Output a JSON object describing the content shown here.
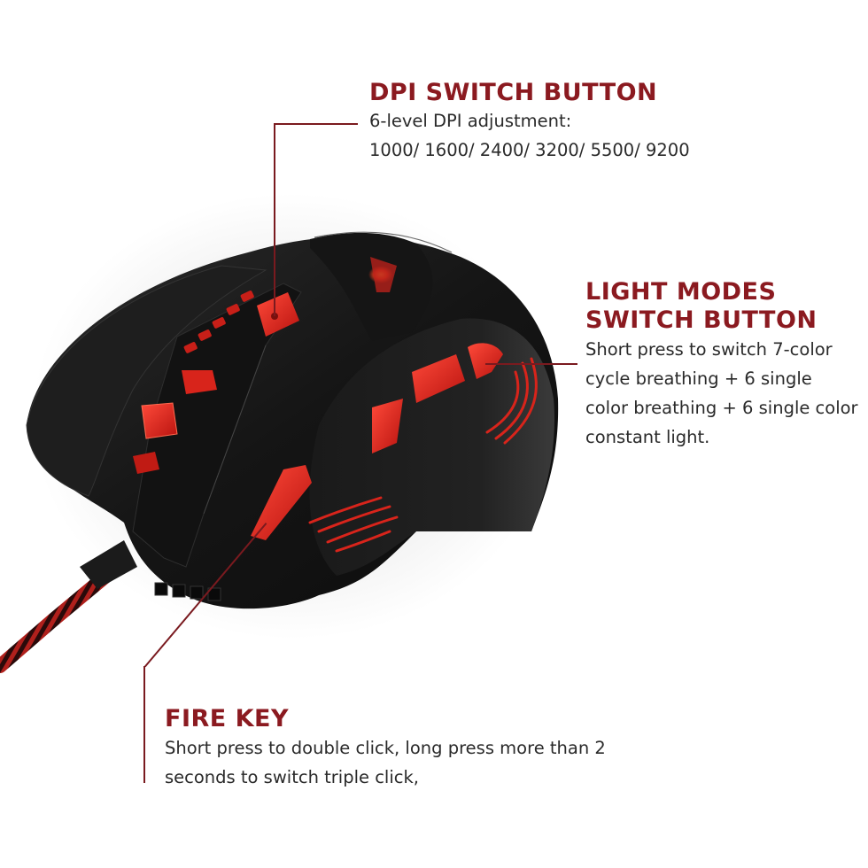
{
  "colors": {
    "title_red": "#8b1a20",
    "body_text": "#2a2a2a",
    "leader_line": "#7a1a1f",
    "mouse_body": "#161616",
    "button_glow": "#d8231f"
  },
  "callouts": {
    "dpi": {
      "title": "DPI SWITCH BUTTON",
      "lines": [
        "6-level DPI adjustment:",
        "1000/ 1600/ 2400/ 3200/ 5500/ 9200"
      ],
      "dpi_levels": [
        1000,
        1600,
        2400,
        3200,
        5500,
        9200
      ]
    },
    "light_modes": {
      "title_lines": [
        "LIGHT MODES",
        "SWITCH BUTTON"
      ],
      "lines": [
        "Short press to switch 7-color",
        "cycle breathing + 6 single",
        "color breathing + 6 single color",
        "constant light."
      ]
    },
    "fire_key": {
      "title": "FIRE KEY",
      "lines": [
        "Short press to double click, long press more than 2",
        "seconds to switch triple click,"
      ]
    }
  },
  "product": {
    "name": "gaming-mouse",
    "button_labels": {
      "fire": "fire"
    }
  }
}
